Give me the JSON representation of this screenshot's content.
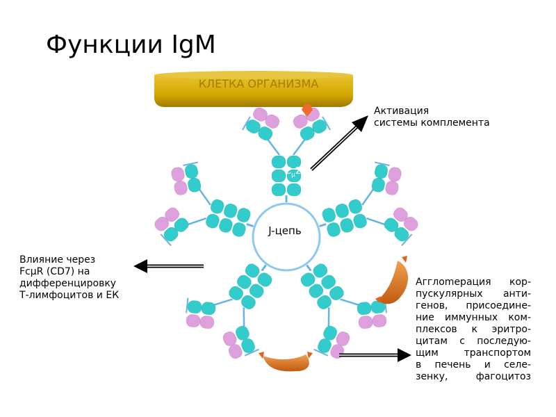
{
  "title": "Функции IgM",
  "cell_label": "КЛЕТКА ОРГАНИЗМА",
  "domain_label_main": "C",
  "domain_label_sub": "μ",
  "domain_label_num": "2",
  "j_chain_label": "J-цепь",
  "activation_lines": [
    "Активация",
    "системы комплемента"
  ],
  "influence_lines": [
    "Влияние через",
    "FcμR (CD7) на",
    "дифференцировку",
    "Т-лимфоцитов и ЕК"
  ],
  "agglomeration_lines": [
    "Агглomерация кор-",
    "пускулярных анти-",
    "генов, присоедине-",
    "ние иммунных ком-",
    "плексов к эритро-",
    "цитам с последую-",
    "щим транспортом",
    "в печень и селе-",
    "зенку, фагоцитоз"
  ],
  "colors": {
    "cell_fill": "#d4a800",
    "cell_text": "#a87800",
    "constant_domain": "#33cccc",
    "variable_domain": "#dda0dd",
    "chain_line": "#66b3e6",
    "antigen": "#d2691e",
    "ring": "#8ec8f0"
  }
}
